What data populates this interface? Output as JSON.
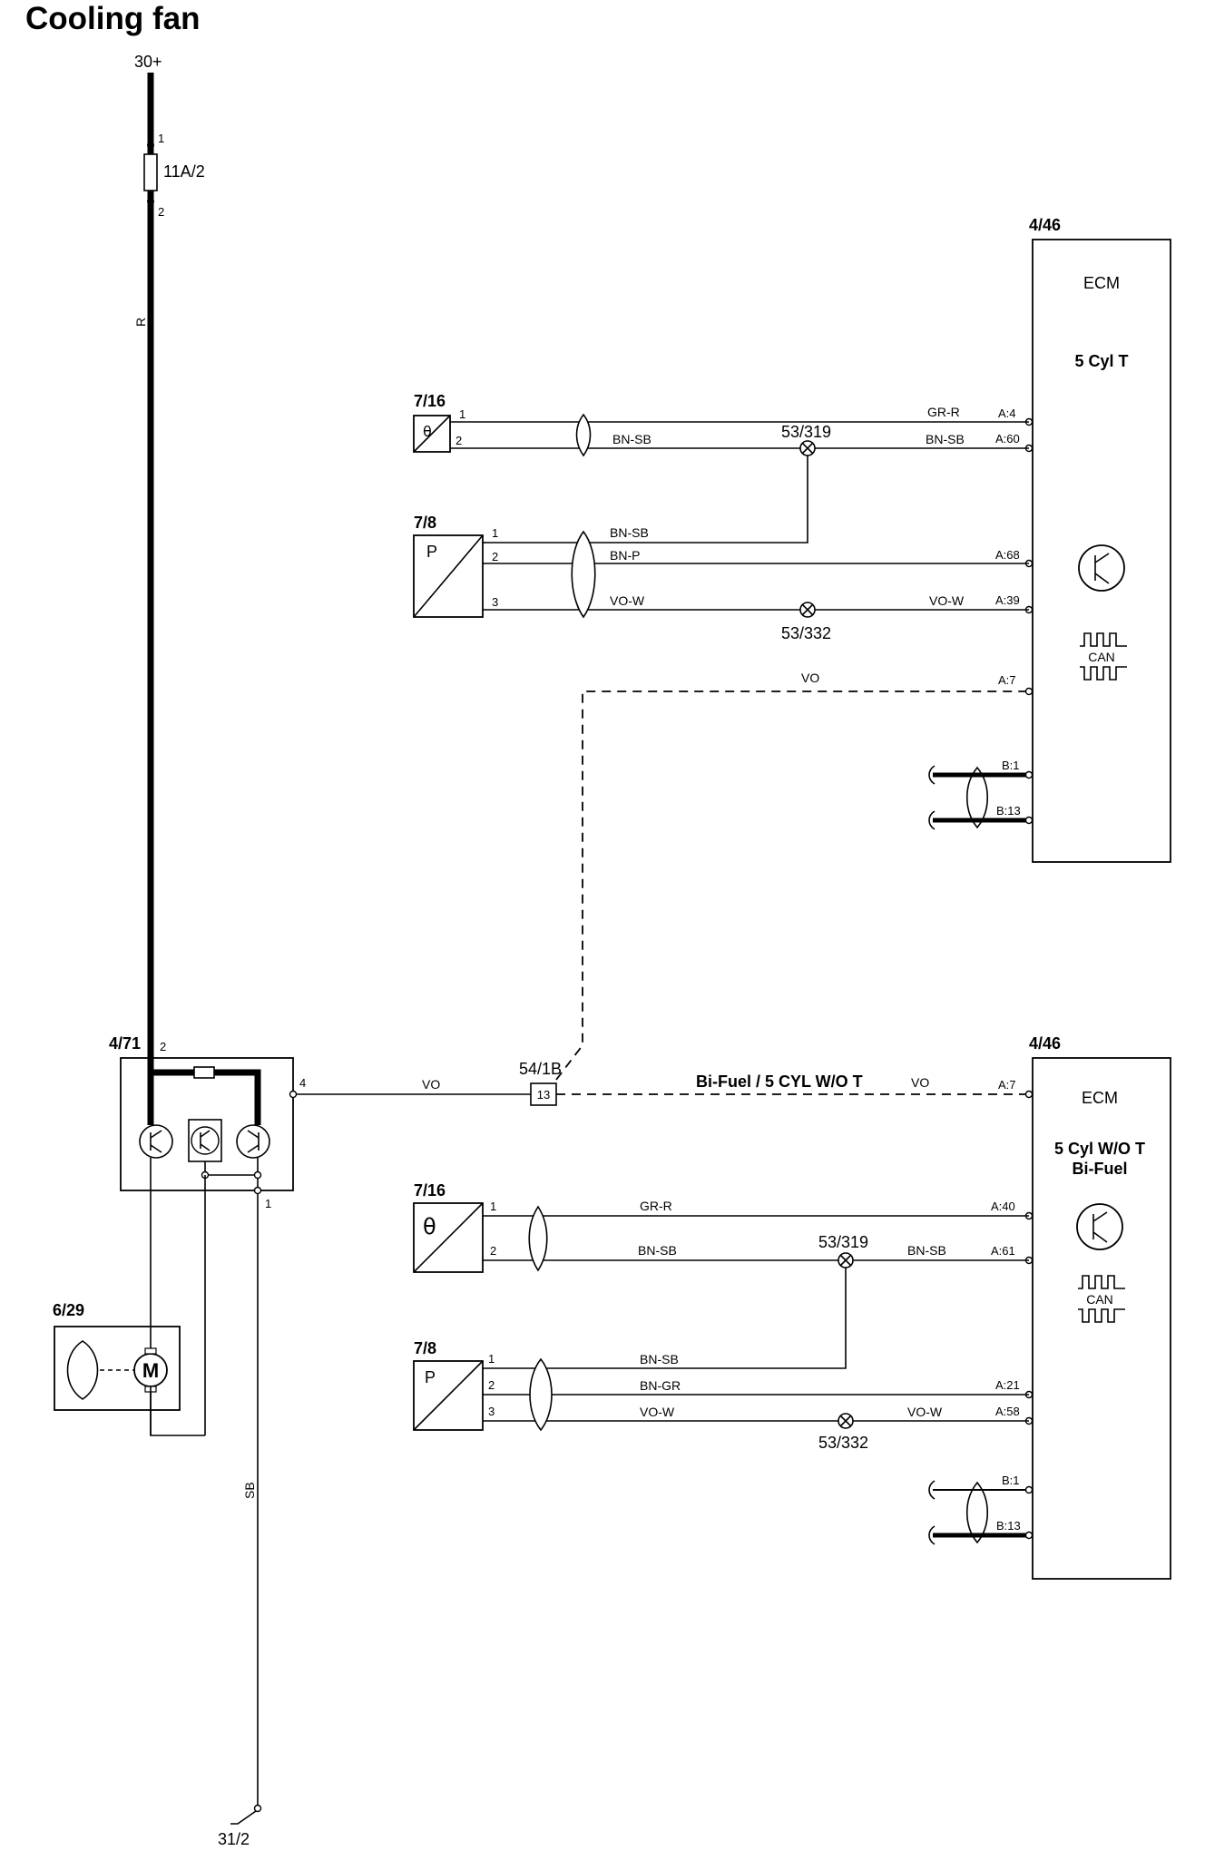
{
  "title": "Cooling fan",
  "supply": {
    "label": "30+",
    "fuse": "11A/2",
    "pin_top": "1",
    "pin_bottom": "2",
    "wire_color": "R"
  },
  "ground": {
    "label": "31/2",
    "wire_color": "SB"
  },
  "relay_module": {
    "id": "4/71",
    "pin_2": "2",
    "pin_4": "4",
    "pin_1": "1"
  },
  "fan_motor": {
    "id": "6/29",
    "motor_glyph": "M"
  },
  "splice_connector": {
    "id": "54/1B",
    "pin": "13"
  },
  "signal_wire": {
    "color": "VO",
    "color_lower": "VO",
    "note": "Bi-Fuel / 5 CYL W/O T",
    "color_ecm2": "VO"
  },
  "ecm_top": {
    "id": "4/46",
    "name": "ECM",
    "variant": "5 Cyl T",
    "pins": {
      "a4": "A:4",
      "a60": "A:60",
      "a68": "A:68",
      "a39": "A:39",
      "a7": "A:7",
      "b1": "B:1",
      "b13": "B:13"
    },
    "can_label": "CAN"
  },
  "ecm_bottom": {
    "id": "4/46",
    "name": "ECM",
    "variant_line1": "5 Cyl W/O T",
    "variant_line2": "Bi-Fuel",
    "pins": {
      "a7": "A:7",
      "a40": "A:40",
      "a61": "A:61",
      "a21": "A:21",
      "a58": "A:58",
      "b1": "B:1",
      "b13": "B:13"
    },
    "can_label": "CAN"
  },
  "temp_sensor_top": {
    "id": "7/16",
    "symbol": "θ",
    "pin1": "1",
    "pin2": "2",
    "wire1_color": "GR-R",
    "wire2_color": "BN-SB",
    "wire2_color_ecm": "BN-SB"
  },
  "pressure_sensor_top": {
    "id": "7/8",
    "symbol": "P",
    "pin1": "1",
    "pin2": "2",
    "pin3": "3",
    "wire1_color": "BN-SB",
    "wire2_color": "BN-P",
    "wire3_color": "VO-W",
    "wire3_color_ecm": "VO-W"
  },
  "temp_sensor_bottom": {
    "id": "7/16",
    "symbol": "θ",
    "pin1": "1",
    "pin2": "2",
    "wire1_color": "GR-R",
    "wire2_color": "BN-SB",
    "wire2_color_ecm": "BN-SB"
  },
  "pressure_sensor_bottom": {
    "id": "7/8",
    "symbol": "P",
    "pin1": "1",
    "pin2": "2",
    "pin3": "3",
    "wire1_color": "BN-SB",
    "wire2_color": "BN-GR",
    "wire3_color": "VO-W",
    "wire3_color_ecm": "VO-W"
  },
  "splices": {
    "top_319": "53/319",
    "top_332": "53/332",
    "bottom_319": "53/319",
    "bottom_332": "53/332"
  }
}
